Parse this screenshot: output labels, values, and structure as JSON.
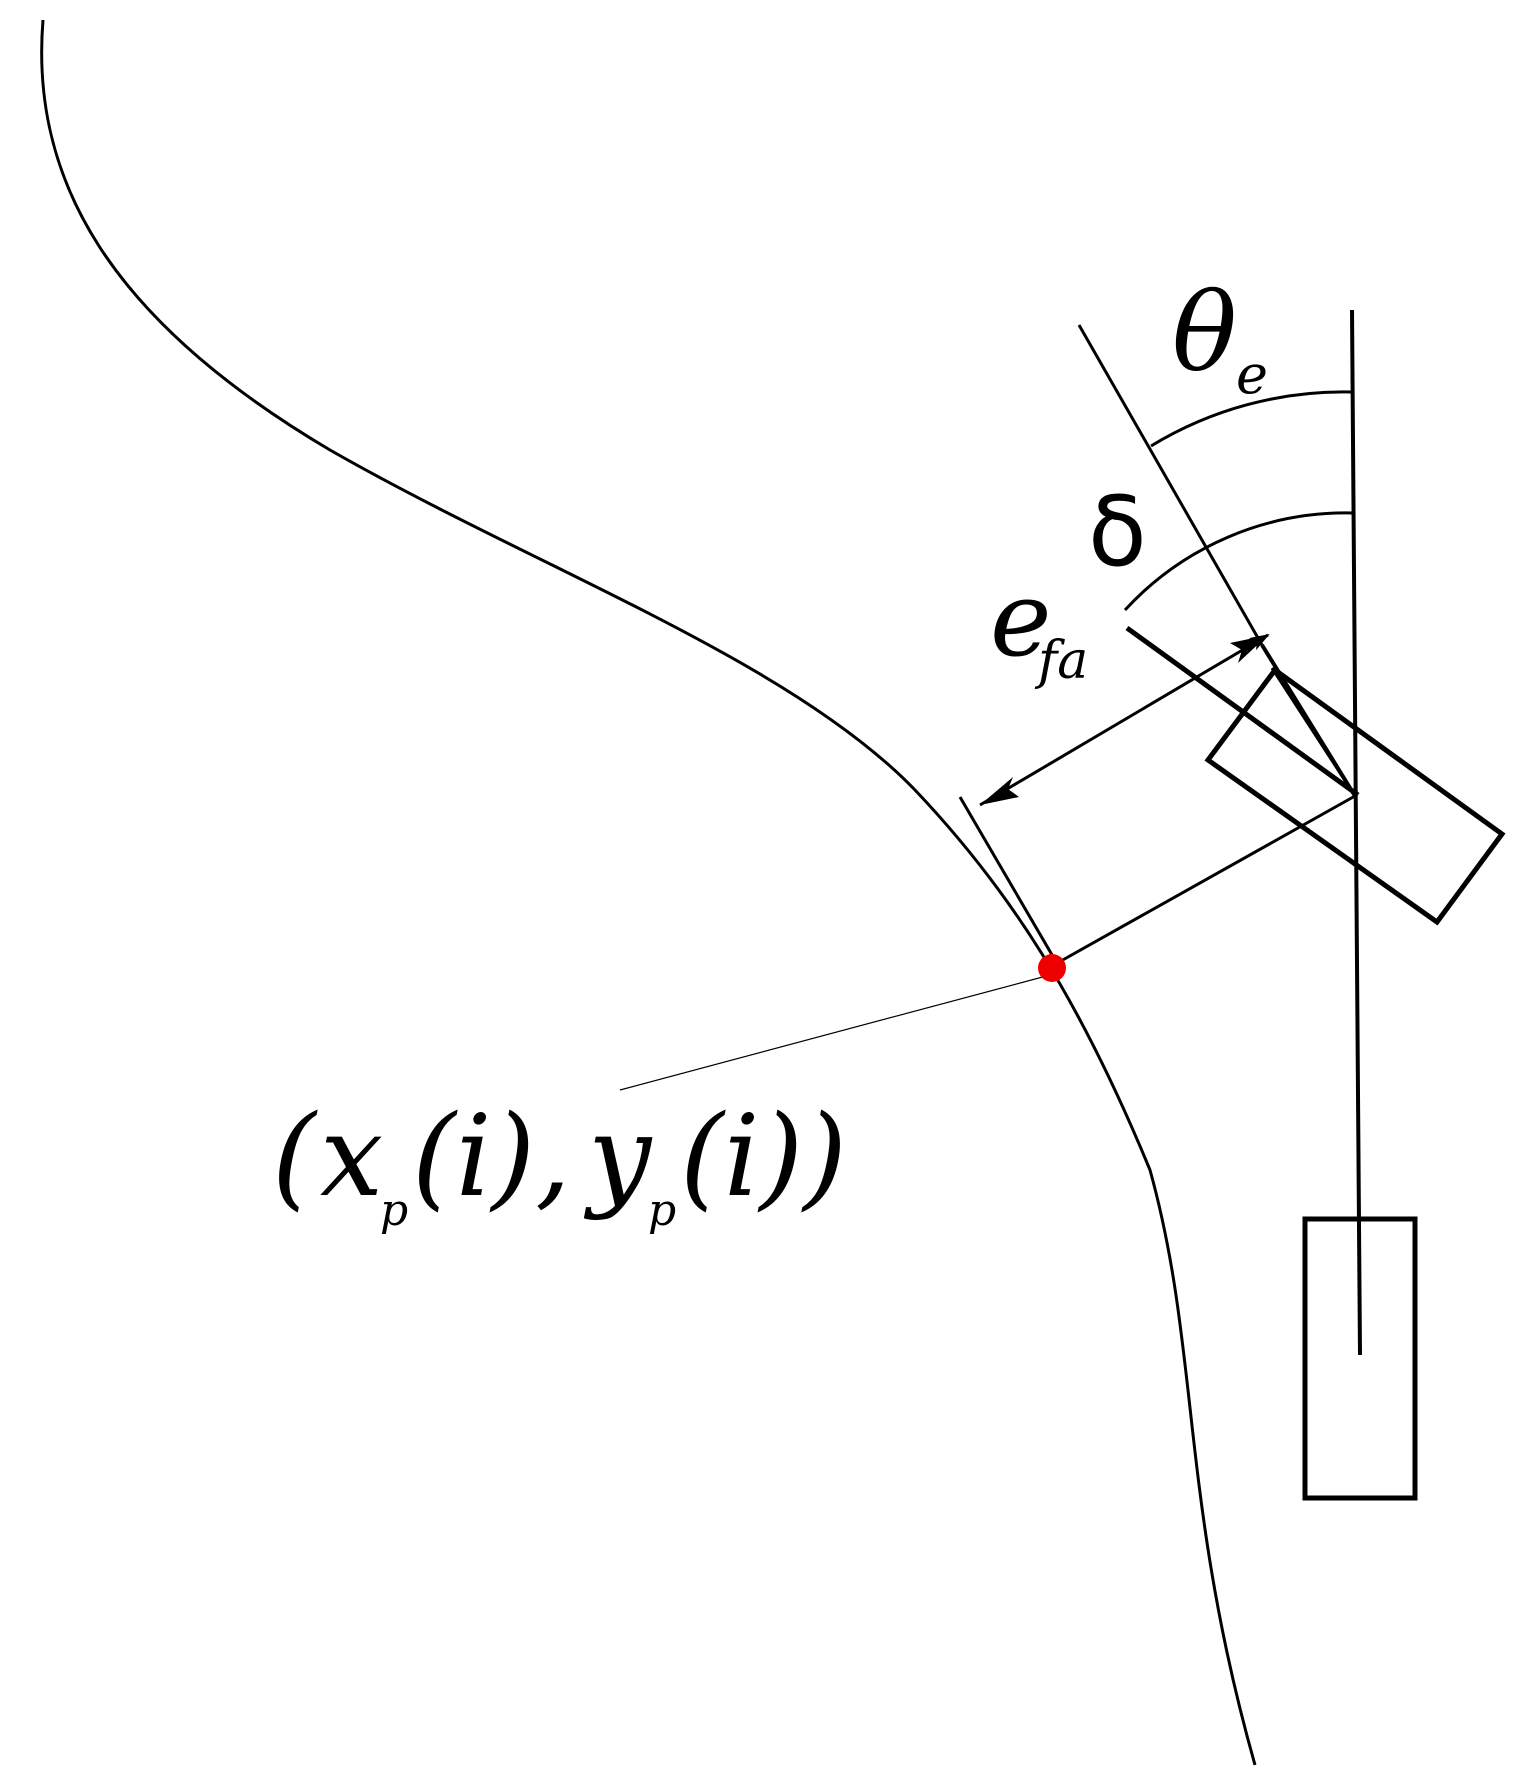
{
  "colors": {
    "stroke": "#000000",
    "path_point": "#ee0000",
    "background": "#ffffff"
  },
  "labels": {
    "heading_error_symbol": "θ",
    "heading_error_subscript": "e",
    "steering_angle_symbol": "δ",
    "front_axle_error_symbol": "e",
    "front_axle_error_subscript": "fa",
    "path_point_open": "(",
    "path_point_x": "x",
    "path_point_x_sub": "p",
    "path_point_x_arg": "(i),",
    "path_point_y": "y",
    "path_point_y_sub": "p",
    "path_point_y_arg": "(i))"
  }
}
